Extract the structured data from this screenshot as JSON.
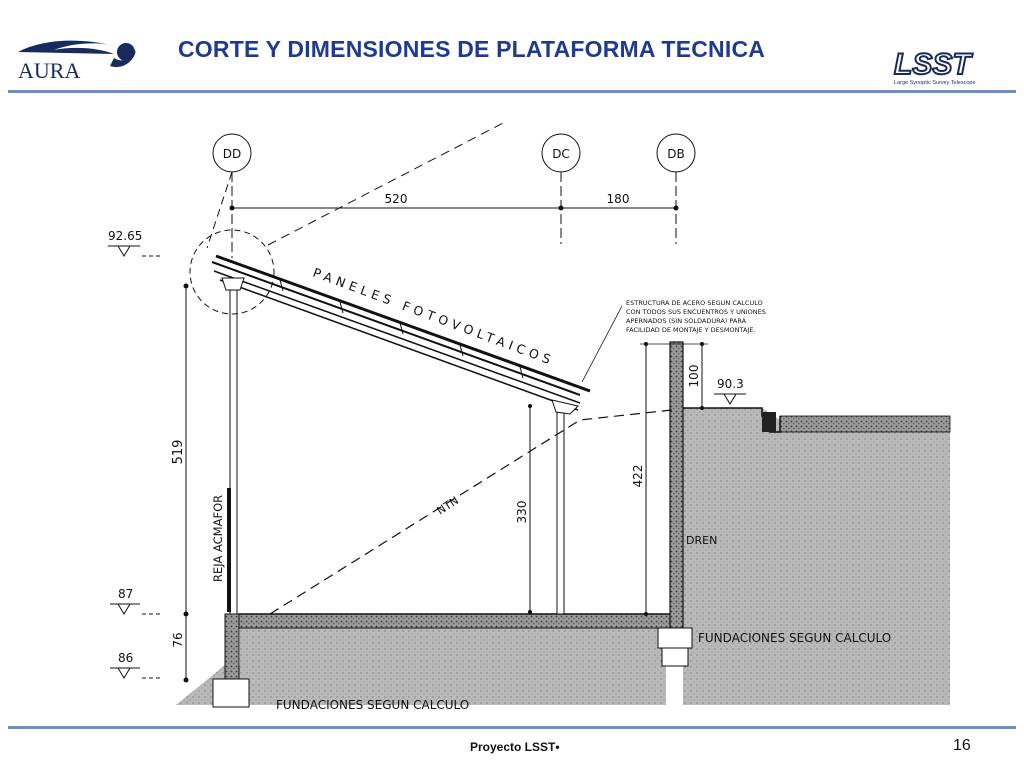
{
  "slide": {
    "title": "CORTE Y DIMENSIONES DE PLATAFORMA TECNICA",
    "footer": "Proyecto LSST•",
    "page_number": "16"
  },
  "logos": {
    "left": {
      "text": "AURA",
      "icon": "aura-logo-icon"
    },
    "right": {
      "text": "LSST",
      "subtext": "Large Synoptic Survey Telescope",
      "icon": "lsst-logo-icon"
    }
  },
  "drawing": {
    "grid_labels": [
      "DD",
      "DC",
      "DB"
    ],
    "dims": {
      "span_dd_dc": "520",
      "span_dc_db": "180",
      "height_519": "519",
      "height_76": "76",
      "height_330": "330",
      "height_422": "422",
      "height_100": "100"
    },
    "levels": {
      "l_9265": "92.65",
      "l_87": "87",
      "l_86": "86",
      "l_903": "90.3"
    },
    "labels": {
      "panels": "PANELES FOTOVOLTAICOS",
      "ntn": "NTN",
      "reja": "REJA ACMAFOR",
      "dren": "DREN",
      "fund_right": "FUNDACIONES SEGUN CALCULO",
      "fund_left": "FUNDACIONES SEGUN CALCULO",
      "note_1": "ESTRUCTURA DE ACERO SEGUN CALCULO",
      "note_2": "CON TODOS SUS ENCUENTROS Y UNIONES",
      "note_3": "APERNADOS (SIN SOLDADURA) PARA",
      "note_4": "FACILIDAD DE MONTAJE Y DESMONTAJE."
    }
  }
}
